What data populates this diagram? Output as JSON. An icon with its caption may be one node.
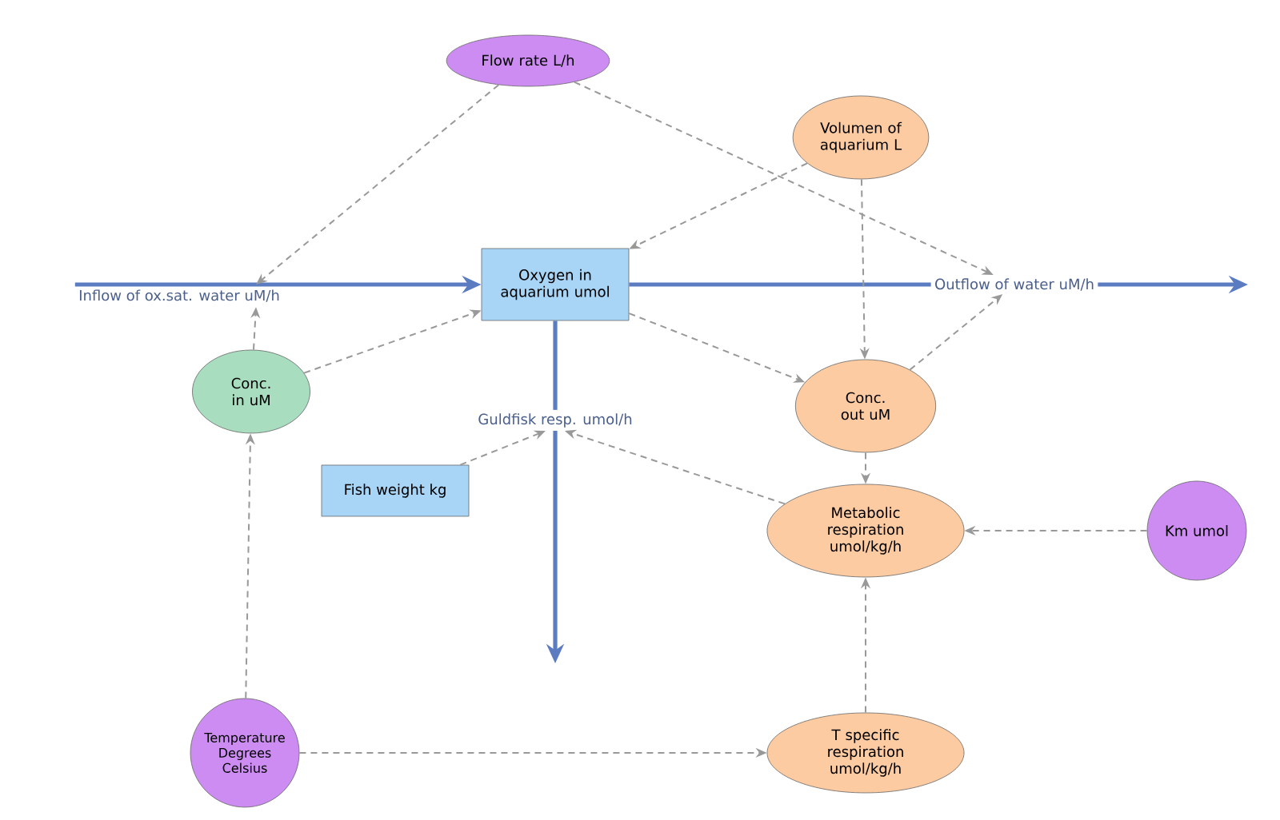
{
  "diagram": {
    "nodes": [
      {
        "text": [
          "Flow rate L/h"
        ]
      },
      {
        "text": [
          "Volumen of aquarium L"
        ]
      },
      {
        "text": [
          "Inflow of ox.sat. water uM/h"
        ]
      },
      {
        "text": [
          "Oxygen in aquarium umol"
        ]
      },
      {
        "text": [
          "Outflow of water uM/h"
        ]
      },
      {
        "text": [
          "Conc. in uM"
        ]
      },
      {
        "text": [
          "Guldfisk resp. umol/h"
        ]
      },
      {
        "text": [
          "Conc. out uM"
        ]
      },
      {
        "text": [
          "Fish weight kg"
        ]
      },
      {
        "text": [
          "Metabolic respiration umol/kg/h"
        ]
      },
      {
        "text": [
          "Km umol"
        ]
      },
      {
        "text": [
          "Temperature Degrees Celsius"
        ]
      },
      {
        "text": [
          "T specific respiration umol/kg/h"
        ]
      }
    ],
    "edges": [
      {
        "from": 2,
        "to": 3,
        "arrow": "to",
        "style": "thick",
        "color": "#5b7cc0"
      },
      {
        "from": 3,
        "to": 4,
        "arrow": "none",
        "style": "thick",
        "color": "#5b7cc0"
      },
      {
        "from": 4,
        "to": null,
        "arrow": "to",
        "style": "thick",
        "color": "#5b7cc0"
      },
      {
        "from": 3,
        "to": 6,
        "arrow": "none",
        "style": "thick",
        "color": "#5b7cc0"
      },
      {
        "from": 6,
        "to": null,
        "arrow": "to",
        "style": "thick",
        "color": "#5b7cc0"
      },
      {
        "from": 0,
        "to": 2,
        "arrow": "to",
        "style": "dashed"
      },
      {
        "from": 0,
        "to": 4,
        "arrow": "to",
        "style": "dashed"
      },
      {
        "from": 1,
        "to": 3,
        "arrow": "to",
        "style": "dashed"
      },
      {
        "from": 1,
        "to": 7,
        "arrow": "to",
        "style": "dashed"
      },
      {
        "from": 5,
        "to": 2,
        "arrow": "to",
        "style": "dashed"
      },
      {
        "from": 5,
        "to": 3,
        "arrow": "to",
        "style": "dashed"
      },
      {
        "from": 3,
        "to": 7,
        "arrow": "to",
        "style": "dashed"
      },
      {
        "from": 7,
        "to": 4,
        "arrow": "to",
        "style": "dashed"
      },
      {
        "from": 7,
        "to": 9,
        "arrow": "to",
        "style": "dashed"
      },
      {
        "from": 8,
        "to": 6,
        "arrow": "to",
        "style": "dashed"
      },
      {
        "from": 9,
        "to": 6,
        "arrow": "to",
        "style": "dashed"
      },
      {
        "from": 10,
        "to": 9,
        "arrow": "to",
        "style": "dashed"
      },
      {
        "from": 12,
        "to": 9,
        "arrow": "to",
        "style": "dashed"
      },
      {
        "from": 11,
        "to": 5,
        "arrow": "to",
        "style": "dashed"
      },
      {
        "from": 11,
        "to": 12,
        "arrow": "to",
        "style": "dashed"
      }
    ]
  }
}
